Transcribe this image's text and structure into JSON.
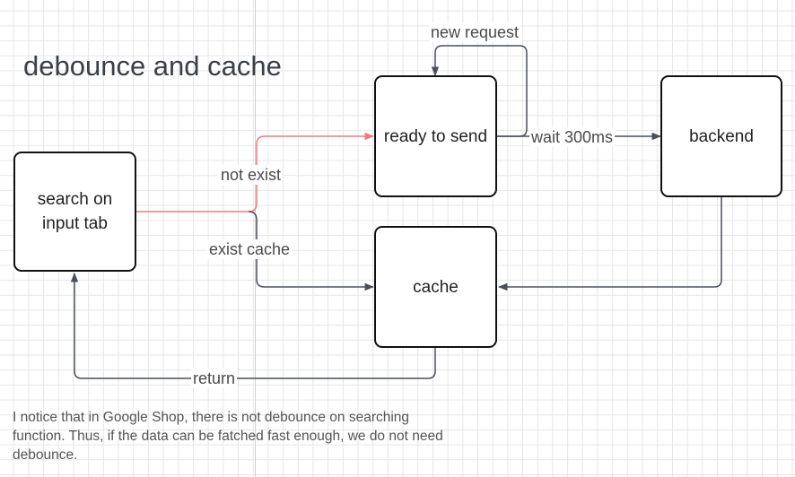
{
  "title": "debounce and cache",
  "nodes": {
    "search": "search on input tab",
    "ready": "ready to send",
    "backend": "backend",
    "cache": "cache"
  },
  "edges": {
    "not_exist": "not exist",
    "exist_cache": "exist cache",
    "wait": "wait 300ms",
    "new_request": "new request",
    "return": "return"
  },
  "note": "I notice that in Google Shop, there is not debounce on searching function. Thus, if the data can be fatched fast enough, we do not need debounce.",
  "colors": {
    "highlight_edge": "#f07a7a",
    "edge": "#4a5059",
    "node_border": "#111111"
  }
}
